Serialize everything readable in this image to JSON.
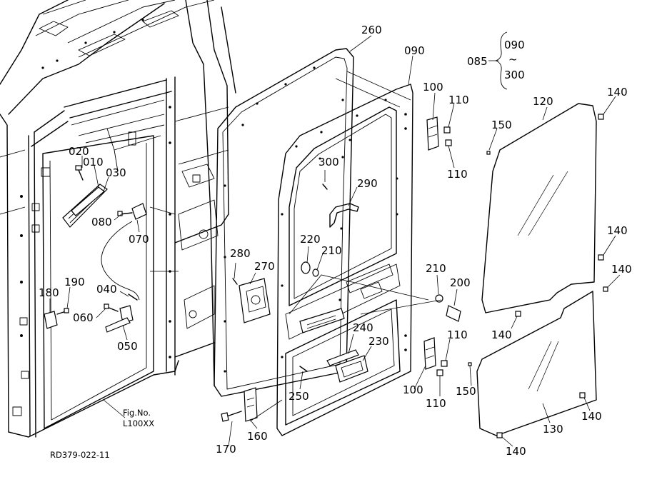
{
  "labels": {
    "p010": "010",
    "p020": "020",
    "p030": "030",
    "p040": "040",
    "p050": "050",
    "p060": "060",
    "p070": "070",
    "p080": "080",
    "p085": "085",
    "p090_top": "090",
    "p090_range_start": "090",
    "p090_range_tilde": "~",
    "p090_range_end": "300",
    "p100_top": "100",
    "p100_bot": "100",
    "p110_a": "110",
    "p110_b": "110",
    "p110_c": "110",
    "p110_d": "110",
    "p120": "120",
    "p130": "130",
    "p140_a": "140",
    "p140_b": "140",
    "p140_c": "140",
    "p140_d": "140",
    "p140_e": "140",
    "p140_f": "140",
    "p150_a": "150",
    "p150_b": "150",
    "p160": "160",
    "p170": "170",
    "p180": "180",
    "p190": "190",
    "p200": "200",
    "p210_a": "210",
    "p210_b": "210",
    "p220": "220",
    "p230": "230",
    "p240": "240",
    "p250": "250",
    "p260": "260",
    "p270": "270",
    "p280": "280",
    "p290": "290",
    "p300": "300"
  },
  "figure_ref": "Fig.No.",
  "figure_code": "L100XX",
  "drawing_code": "RD379-022-11"
}
